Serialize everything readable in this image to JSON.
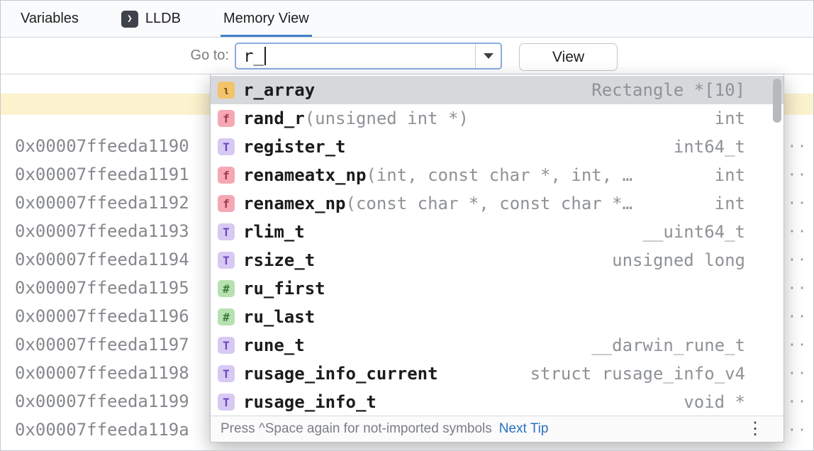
{
  "colors": {
    "accent": "#4083c9",
    "selection": "#d6d8db",
    "highlight_row": "#fbf2ce",
    "link": "#2a70c0",
    "focus_border": "#88ade0"
  },
  "tabs": {
    "lldb_icon_glyph": "❯",
    "items": [
      {
        "label": "Variables",
        "selected": false
      },
      {
        "label": "LLDB",
        "selected": false
      },
      {
        "label": "Memory View",
        "selected": true
      }
    ]
  },
  "toolbar": {
    "goto_label": "Go to:",
    "combobox_value": "r_",
    "view_button": "View"
  },
  "memory": {
    "row_fragment": "···",
    "addresses": [
      "0x00007ffeeda1190",
      "0x00007ffeeda1191",
      "0x00007ffeeda1192",
      "0x00007ffeeda1193",
      "0x00007ffeeda1194",
      "0x00007ffeeda1195",
      "0x00007ffeeda1196",
      "0x00007ffeeda1197",
      "0x00007ffeeda1198",
      "0x00007ffeeda1199",
      "0x00007ffeeda119a"
    ]
  },
  "popup": {
    "icon_styles": {
      "variable": {
        "glyph": "ι",
        "bg": "#f2c36b",
        "fg": "#7f5a14"
      },
      "function": {
        "glyph": "f",
        "bg": "#f5a8b4",
        "fg": "#a13a52"
      },
      "type": {
        "glyph": "T",
        "bg": "#d8c9f3",
        "fg": "#6c47bf"
      },
      "macro": {
        "glyph": "#",
        "bg": "#b7e1b1",
        "fg": "#3a7d3c"
      }
    },
    "items": [
      {
        "kind": "variable",
        "name": "r_array",
        "args": "",
        "type": "Rectangle *[10]",
        "selected": true
      },
      {
        "kind": "function",
        "name": "rand_r",
        "args": "(unsigned int *)",
        "type": "int",
        "selected": false
      },
      {
        "kind": "type",
        "name": "register_t",
        "args": "",
        "type": "int64_t",
        "selected": false
      },
      {
        "kind": "function",
        "name": "renameatx_np",
        "args": "(int, const char *, int, …",
        "type": "int",
        "selected": false
      },
      {
        "kind": "function",
        "name": "renamex_np",
        "args": "(const char *, const char *…",
        "type": "int",
        "selected": false
      },
      {
        "kind": "type",
        "name": "rlim_t",
        "args": "",
        "type": "__uint64_t",
        "selected": false
      },
      {
        "kind": "type",
        "name": "rsize_t",
        "args": "",
        "type": "unsigned long",
        "selected": false
      },
      {
        "kind": "macro",
        "name": "ru_first",
        "args": "",
        "type": "",
        "selected": false
      },
      {
        "kind": "macro",
        "name": "ru_last",
        "args": "",
        "type": "",
        "selected": false
      },
      {
        "kind": "type",
        "name": "rune_t",
        "args": "",
        "type": "__darwin_rune_t",
        "selected": false
      },
      {
        "kind": "type",
        "name": "rusage_info_current",
        "args": "",
        "type": "struct rusage_info_v4",
        "selected": false
      },
      {
        "kind": "type",
        "name": "rusage_info_t",
        "args": "",
        "type": "void *",
        "selected": false
      }
    ],
    "hint": {
      "text": "Press ^Space again for not-imported symbols",
      "link": "Next Tip",
      "kebab": "⋮"
    }
  }
}
